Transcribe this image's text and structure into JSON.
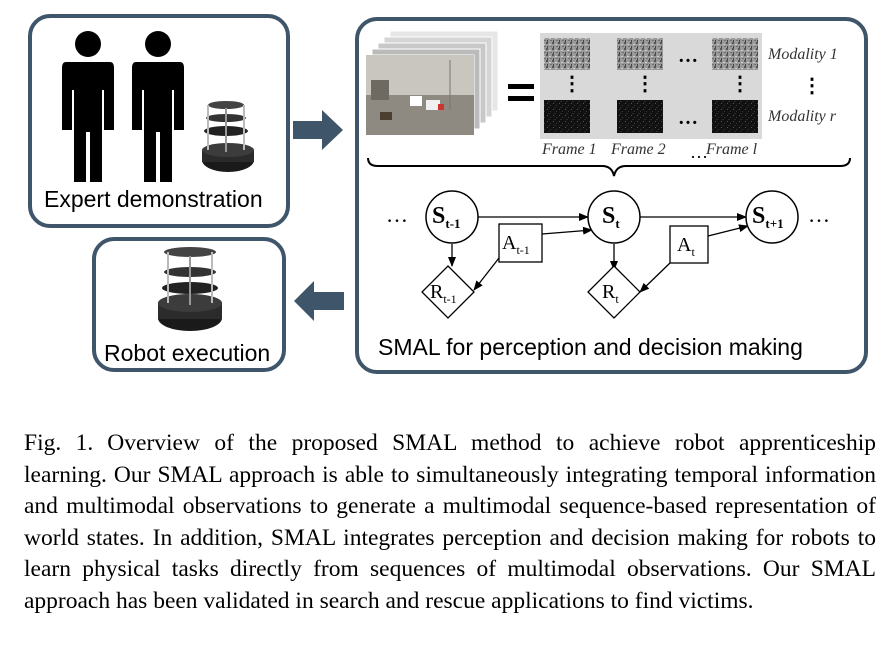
{
  "expert_box": {
    "label": "Expert demonstration"
  },
  "execution_box": {
    "label": "Robot execution"
  },
  "smal_box": {
    "label": "SMAL for perception and decision making",
    "modality_first": "Modality 1",
    "modality_last": "Modality r",
    "frame_first": "Frame 1",
    "frame_second": "Frame 2",
    "frame_last": "Frame l",
    "ellipsis": "…",
    "vertical_ellipsis": "⋮"
  },
  "graph": {
    "states": [
      {
        "base": "S",
        "sub": "t-1"
      },
      {
        "base": "S",
        "sub": "t"
      },
      {
        "base": "S",
        "sub": "t+1"
      }
    ],
    "actions": [
      {
        "base": "A",
        "sub": "t-1"
      },
      {
        "base": "A",
        "sub": "t"
      }
    ],
    "rewards": [
      {
        "base": "R",
        "sub": "t-1"
      },
      {
        "base": "R",
        "sub": "t"
      }
    ],
    "ellipsis": "…"
  },
  "caption": {
    "label": "Fig. 1.",
    "text": "Overview of the proposed SMAL method to achieve robot apprenticeship learning. Our SMAL approach is able to simultaneously integrating temporal information and multimodal observations to generate a multimodal sequence-based representation of world states. In addition, SMAL integrates perception and decision making for robots to learn physical tasks directly from sequences of multimodal observations. Our SMAL approach has been validated in search and rescue applications to find victims."
  },
  "colors": {
    "box_border": "#3f556a",
    "arrow": "#3f556a",
    "modality_panel": "#d9d9d9"
  }
}
